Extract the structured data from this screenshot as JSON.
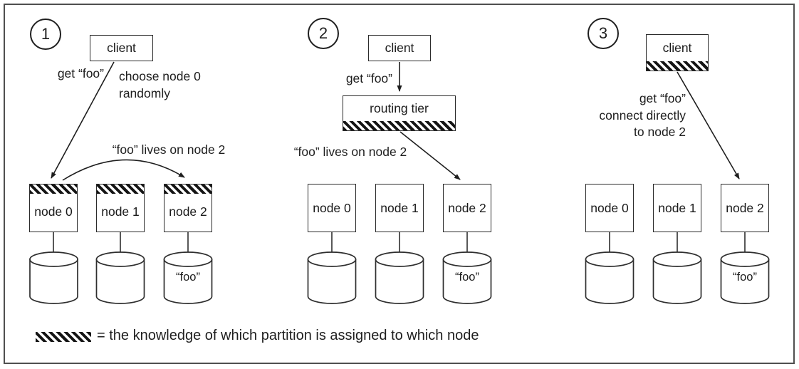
{
  "figure": {
    "panels": [
      {
        "number": "1",
        "client": "client",
        "request": "get “foo”",
        "note_line1": "choose node 0",
        "note_line2": "randomly",
        "arc_label": "“foo” lives on node 2",
        "nodes": [
          "node 0",
          "node 1",
          "node 2"
        ],
        "db_value": "“foo”"
      },
      {
        "number": "2",
        "client": "client",
        "request": "get “foo”",
        "router": "routing tier",
        "route_note": "“foo” lives on node 2",
        "nodes": [
          "node 0",
          "node 1",
          "node 2"
        ],
        "db_value": "“foo”"
      },
      {
        "number": "3",
        "client": "client",
        "note_line1": "get “foo”",
        "note_line2": "connect directly",
        "note_line3": "to node 2",
        "nodes": [
          "node 0",
          "node 1",
          "node 2"
        ],
        "db_value": "“foo”"
      }
    ],
    "legend": "= the knowledge of which partition is assigned to which node"
  }
}
